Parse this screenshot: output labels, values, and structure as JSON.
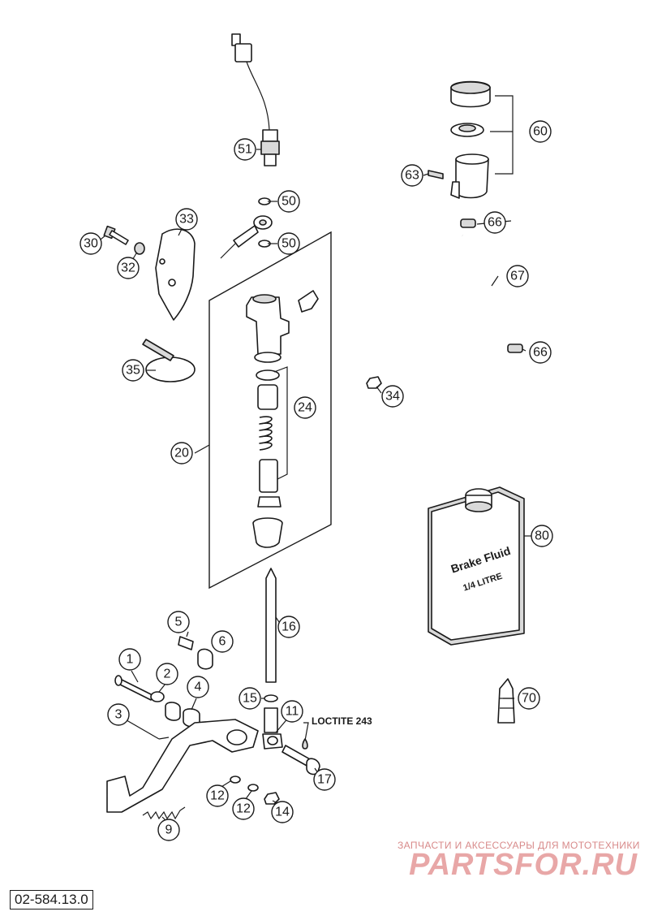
{
  "callouts": [
    {
      "id": "51",
      "label": "51"
    },
    {
      "id": "50a",
      "label": "50"
    },
    {
      "id": "50b",
      "label": "50"
    },
    {
      "id": "33",
      "label": "33"
    },
    {
      "id": "30",
      "label": "30"
    },
    {
      "id": "32",
      "label": "32"
    },
    {
      "id": "35",
      "label": "35"
    },
    {
      "id": "20",
      "label": "20"
    },
    {
      "id": "24",
      "label": "24"
    },
    {
      "id": "34",
      "label": "34"
    },
    {
      "id": "60",
      "label": "60"
    },
    {
      "id": "63",
      "label": "63"
    },
    {
      "id": "66a",
      "label": "66"
    },
    {
      "id": "67",
      "label": "67"
    },
    {
      "id": "66b",
      "label": "66"
    },
    {
      "id": "80",
      "label": "80"
    },
    {
      "id": "70",
      "label": "70"
    },
    {
      "id": "5",
      "label": "5"
    },
    {
      "id": "6",
      "label": "6"
    },
    {
      "id": "16",
      "label": "16"
    },
    {
      "id": "1",
      "label": "1"
    },
    {
      "id": "2",
      "label": "2"
    },
    {
      "id": "4",
      "label": "4"
    },
    {
      "id": "3",
      "label": "3"
    },
    {
      "id": "15",
      "label": "15"
    },
    {
      "id": "11",
      "label": "11"
    },
    {
      "id": "17",
      "label": "17"
    },
    {
      "id": "12a",
      "label": "12"
    },
    {
      "id": "12b",
      "label": "12"
    },
    {
      "id": "14",
      "label": "14"
    },
    {
      "id": "9",
      "label": "9"
    }
  ],
  "annotation": "LOCTITE 243",
  "fluid_label": {
    "line1": "Brake Fluid",
    "line2": "1/4 LITRE"
  },
  "drawing_code": "02-584.13.0",
  "watermark": {
    "tagline": "ЗАПЧАСТИ И АКСЕССУАРЫ ДЛЯ МОТОТЕХНИКИ",
    "logo": "PARTSFOR.RU"
  }
}
